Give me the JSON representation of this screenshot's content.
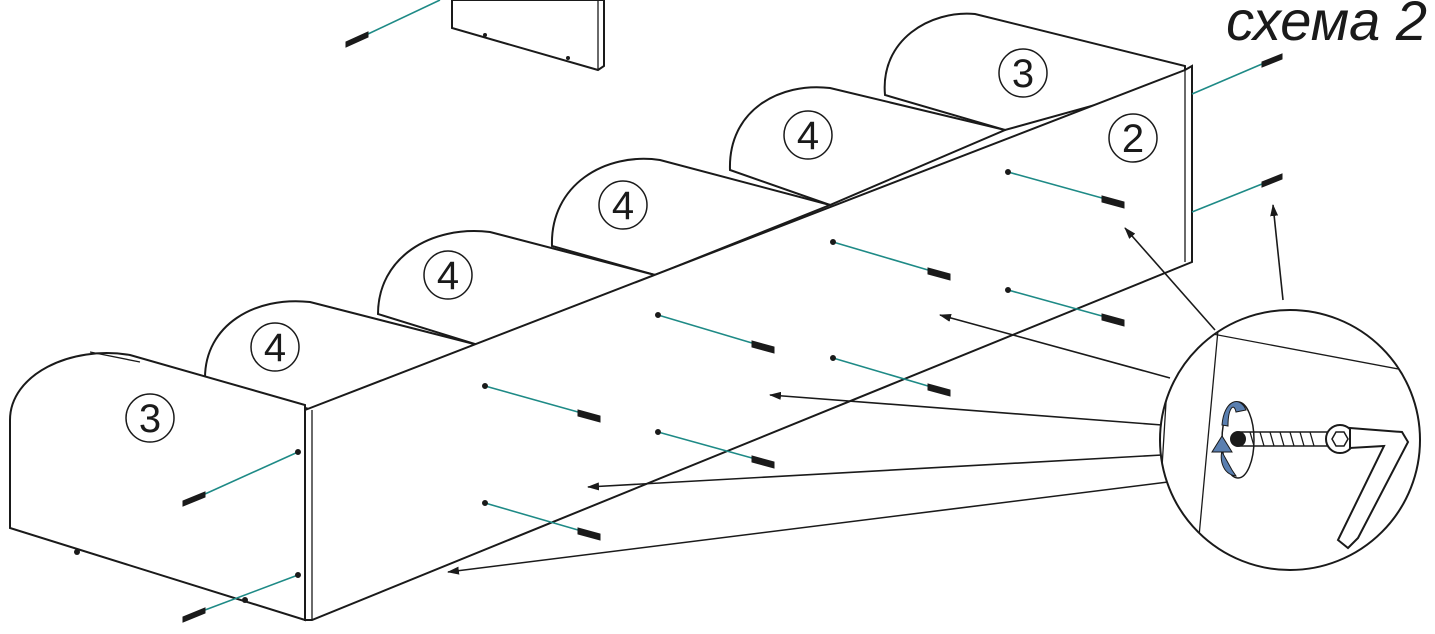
{
  "title": "схема 2",
  "part_labels": {
    "side_left": "3",
    "side_right": "3",
    "back_panel": "2",
    "partition_1": "4",
    "partition_2": "4",
    "partition_3": "4",
    "partition_4": "4"
  },
  "colors": {
    "line": "#1a1a1a",
    "screw_path": "#1e8a86",
    "rotation_arrow": "#5a7fb0"
  },
  "detail_icons": [
    "screw-icon",
    "hex-key-icon",
    "rotation-arrow-icon"
  ]
}
